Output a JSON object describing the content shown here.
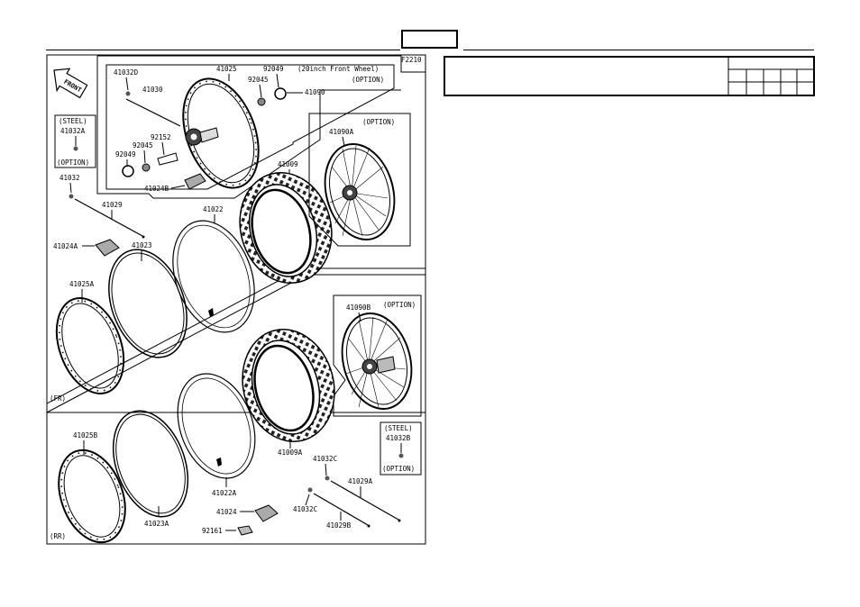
{
  "page": {
    "title_box": "",
    "figure_code": "F2210"
  },
  "header_table": {
    "cells": [
      "",
      "",
      "",
      "",
      "",
      ""
    ]
  },
  "diagram": {
    "front_arrow": "FRONT",
    "sections": {
      "front": "(FR)",
      "rear": "(RR)"
    },
    "inset_20inch": {
      "title": "(20inch Front Wheel)",
      "option": "(OPTION)"
    },
    "inset_steel_front": {
      "title": "(STEEL)",
      "part": "41032A",
      "option": "(OPTION)"
    },
    "inset_option_front": {
      "option": "(OPTION)",
      "part": "41090A"
    },
    "inset_option_rear": {
      "option": "(OPTION)",
      "part": "41090B"
    },
    "inset_steel_rear": {
      "title": "(STEEL)",
      "part": "41032B",
      "option": "(OPTION)"
    },
    "labels": {
      "p41032D": "41032D",
      "p41030": "41030",
      "p41025": "41025",
      "p92049_top": "92049",
      "p92045_top": "92045",
      "p41090": "41090",
      "p92152": "92152",
      "p92045_mid": "92045",
      "p92049_mid": "92049",
      "p41024B": "41024B",
      "p41009": "41009",
      "p41032": "41032",
      "p41029": "41029",
      "p41022": "41022",
      "p41024A": "41024A",
      "p41023": "41023",
      "p41025A": "41025A",
      "p41009A": "41009A",
      "p41025B": "41025B",
      "p41022A": "41022A",
      "p41032C_top": "41032C",
      "p41029A": "41029A",
      "p41024": "41024",
      "p41023A": "41023A",
      "p41032C_bot": "41032C",
      "p41029B": "41029B",
      "p92161": "92161"
    }
  }
}
